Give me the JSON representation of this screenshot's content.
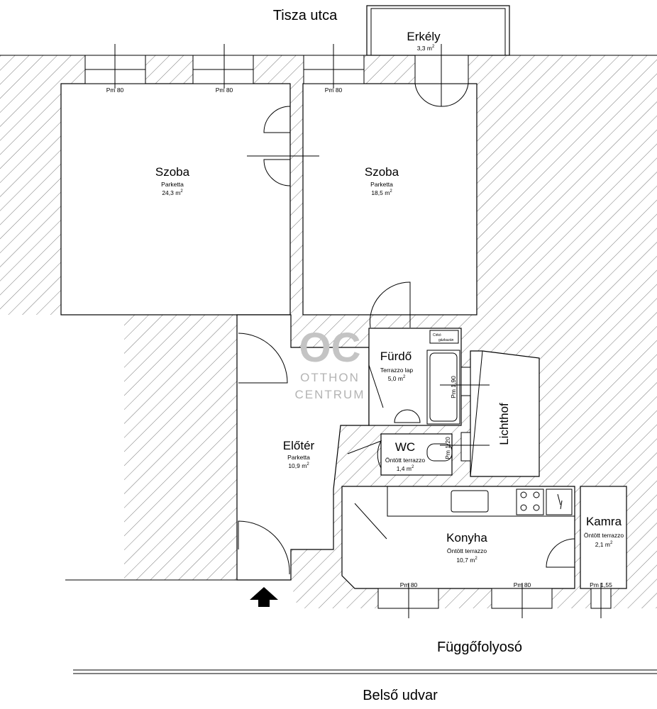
{
  "streets": {
    "top": "Tisza utca",
    "corridor": "Függőfolyosó",
    "courtyard": "Belső udvar"
  },
  "rooms": [
    {
      "name": "Erkély",
      "floor": "",
      "area": "3,3 m",
      "sup": "2"
    },
    {
      "name": "Szoba",
      "floor": "Parketta",
      "area": "24,3 m",
      "sup": "2"
    },
    {
      "name": "Szoba",
      "floor": "Parketta",
      "area": "18,5 m",
      "sup": "2"
    },
    {
      "name": "Fürdő",
      "floor": "Terrazzo lap",
      "area": "5,0 m",
      "sup": "2"
    },
    {
      "name": "Előtér",
      "floor": "Parketta",
      "area": "10,9 m",
      "sup": "2"
    },
    {
      "name": "WC",
      "floor": "Öntött terrazzo",
      "area": "1,4 m",
      "sup": "2"
    },
    {
      "name": "Konyha",
      "floor": "Öntött terrazzo",
      "area": "10,7 m",
      "sup": "2"
    },
    {
      "name": "Kamra",
      "floor": "Öntött terrazzo",
      "area": "2,1 m",
      "sup": "2"
    },
    {
      "name": "Lichthof"
    }
  ],
  "windows": [
    "Pm 80",
    "Pm 80",
    "Pm 80",
    "Pm 80",
    "Pm 80",
    "Pm 1,55",
    "Pm 1,90",
    "Pm 1,20"
  ],
  "boiler": {
    "line1": "Cirkó",
    "line2": "gázkazán"
  },
  "watermark": {
    "logo": "OC",
    "line1": "OTTHON",
    "line2": "CENTRUM"
  }
}
